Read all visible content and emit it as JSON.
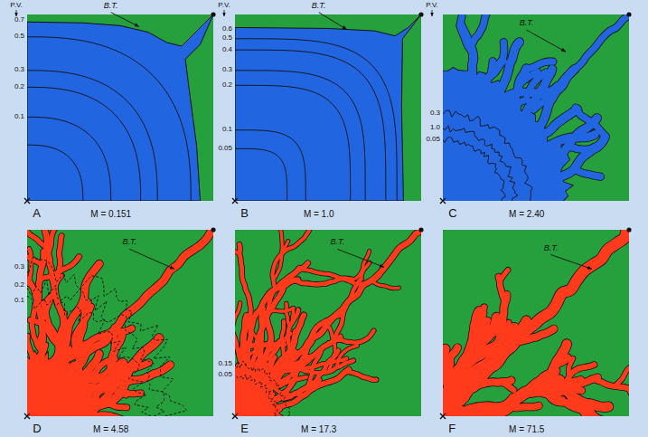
{
  "diagram": {
    "labels": [
      "P.V.",
      "0.7",
      "0.5",
      "0.3",
      "0.2",
      "0.1",
      "B.T.",
      "A",
      "M = 0.151",
      "P.V.",
      "0.6",
      "0.5",
      "0.4",
      "0.3",
      "0.2",
      "0.1",
      "0.05",
      "B.T.",
      "B",
      "M = 1.0",
      "P.V.",
      "B.T.",
      "0.3",
      "1.0",
      "0.05",
      "C",
      "M = 2.40",
      "B.T.",
      "0.3",
      "0.2",
      "0.1",
      "D",
      "M = 4.58",
      "B.T.",
      "0.15",
      "0.05",
      "E",
      "M = 17.3",
      "B.T.",
      "F",
      "M = 71.5"
    ]
  }
}
